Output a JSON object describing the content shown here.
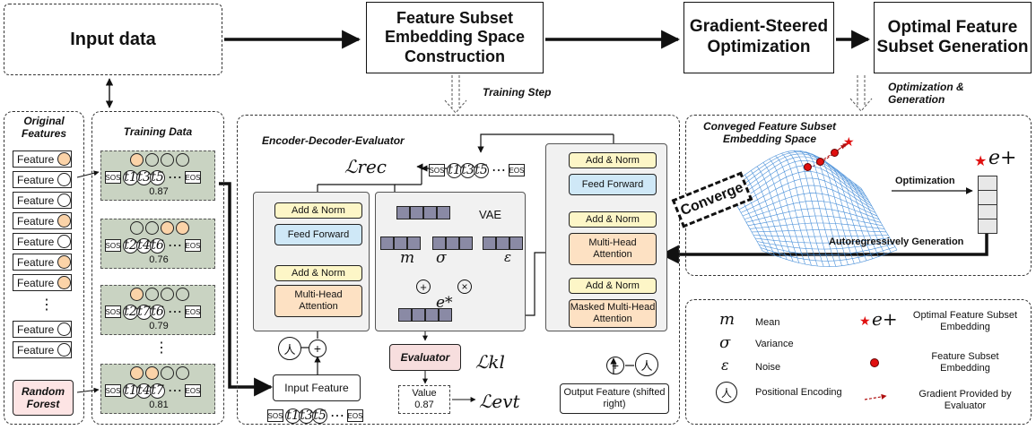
{
  "top": {
    "input_data": "Input data",
    "construction": "Feature Subset Embedding Space Construction",
    "gradient": "Gradient-Steered Optimization",
    "optimal": "Optimal Feature Subset Generation",
    "training_step": "Training Step",
    "opt_gen": "Optimization & Generation"
  },
  "left": {
    "original_features": "Original Features",
    "feature_label": "Feature",
    "feature_dots": [
      "orange",
      "white",
      "white",
      "orange",
      "white",
      "orange",
      "orange",
      "white",
      "white"
    ],
    "ellipsis": "⋮",
    "random_forest": "Random Forest"
  },
  "training": {
    "title": "Training Data",
    "groups": [
      {
        "tokens": [
          "t1",
          "t3",
          "t5"
        ],
        "score": "0.87",
        "dots": [
          "orange",
          "white",
          "white",
          "white"
        ]
      },
      {
        "tokens": [
          "t2",
          "t4",
          "t6"
        ],
        "score": "0.76",
        "dots": [
          "white",
          "white",
          "orange",
          "orange"
        ]
      },
      {
        "tokens": [
          "t2",
          "t7",
          "t6"
        ],
        "score": "0.79",
        "dots": [
          "orange",
          "white",
          "white",
          "white"
        ]
      },
      {
        "tokens": [
          "t1",
          "t4",
          "t7"
        ],
        "score": "0.81",
        "dots": [
          "orange",
          "orange",
          "white",
          "white"
        ]
      }
    ],
    "sos": "SOS",
    "eos": "EOS",
    "dots_label": "⋯",
    "vdots": "⋮"
  },
  "encoder": {
    "title": "Encoder-Decoder-Evaluator",
    "add_norm": "Add & Norm",
    "feed_forward": "Feed Forward",
    "multi_head": "Multi-Head Attention",
    "masked_multi_head": "Masked Multi-Head Attention",
    "vae": "VAE",
    "evaluator": "Evaluator",
    "input_feature": "Input Feature",
    "output_feature": "Output Feature (shifted right)",
    "value_label": "Value",
    "value": "0.87",
    "l_rec": "ℒrec",
    "l_kl": "ℒkl",
    "l_evt": "ℒevt",
    "m": "m",
    "sigma": "σ",
    "epsilon": "ε",
    "e_star": "e*"
  },
  "right": {
    "space_title": "Conveged Feature Subset Embedding Space",
    "converge": "Converge",
    "optimization": "Optimization",
    "autoreg": "Autoregressively Generation",
    "e_plus": "e+"
  },
  "legend": {
    "m_sym": "m",
    "m_text": "Mean",
    "sigma_sym": "σ",
    "sigma_text": "Variance",
    "eps_sym": "ε",
    "eps_text": "Noise",
    "pos_text": "Positional Encoding",
    "eplus_text": "Optimal Feature Subset Embedding",
    "red_dot_text": "Feature Subset Embedding",
    "arrow_text": "Gradient Provided by Evaluator"
  },
  "colors": {
    "orange": "#fbd3a8",
    "red": "#e01010",
    "green_group": "#c9d3c2",
    "yellow": "#fdf6c7",
    "blue": "#cfe8f7"
  }
}
